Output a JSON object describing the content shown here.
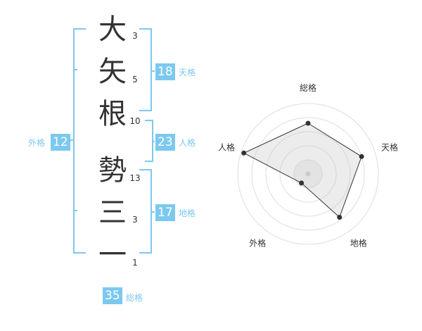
{
  "name": {
    "chars": [
      {
        "char": "大",
        "strokes": "3"
      },
      {
        "char": "矢",
        "strokes": "5"
      },
      {
        "char": "根",
        "strokes": "10"
      },
      {
        "char": "勢",
        "strokes": "13"
      },
      {
        "char": "三",
        "strokes": "3"
      },
      {
        "char": "一",
        "strokes": "1"
      }
    ]
  },
  "kakusu": {
    "tenkaku": {
      "value": "18",
      "label": "天格"
    },
    "jinkaku": {
      "value": "23",
      "label": "人格"
    },
    "chikaku": {
      "value": "17",
      "label": "地格"
    },
    "gaikaku": {
      "value": "12",
      "label": "外格"
    },
    "soukaku": {
      "value": "35",
      "label": "総格"
    }
  },
  "colors": {
    "accent": "#7cc8f0",
    "text": "#333333",
    "radar_fill": "#eeeeee",
    "ring": "#dddddd"
  },
  "chart_data": {
    "type": "radar",
    "axes": [
      "総格",
      "天格",
      "地格",
      "外格",
      "人格"
    ],
    "values": [
      3.6,
      4.0,
      3.8,
      0.8,
      4.8
    ],
    "max": 5,
    "rings": 5
  }
}
